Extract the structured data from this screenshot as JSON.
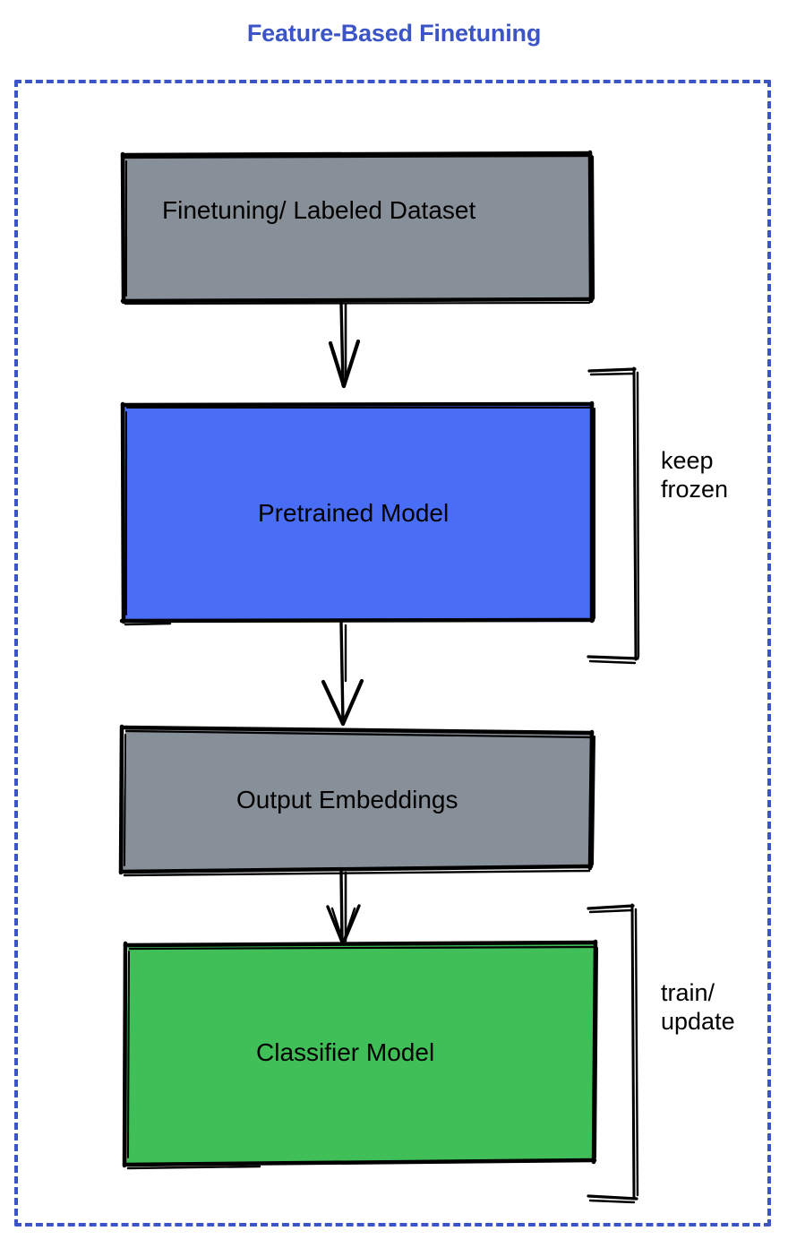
{
  "title": "Feature-Based Finetuning",
  "colors": {
    "title": "#3b54c8",
    "frame_dashed": "#3b54c8",
    "gray_box": "#878f99",
    "blue_box": "#4a6df5",
    "green_box": "#40bf58",
    "stroke": "#000000",
    "background": "#ffffff"
  },
  "nodes": [
    {
      "id": "dataset",
      "label": "Finetuning/ Labeled Dataset",
      "fill": "#878f99",
      "shape": "sketch-rect"
    },
    {
      "id": "pretrained",
      "label": "Pretrained Model",
      "fill": "#4a6df5",
      "shape": "sketch-rect"
    },
    {
      "id": "embeddings",
      "label": "Output Embeddings",
      "fill": "#878f99",
      "shape": "sketch-rect"
    },
    {
      "id": "classifier",
      "label": "Classifier Model",
      "fill": "#40bf58",
      "shape": "sketch-rect"
    }
  ],
  "edges": [
    {
      "from": "dataset",
      "to": "pretrained",
      "style": "sketch-arrow-down"
    },
    {
      "from": "pretrained",
      "to": "embeddings",
      "style": "sketch-arrow-down"
    },
    {
      "from": "embeddings",
      "to": "classifier",
      "style": "sketch-arrow-down"
    }
  ],
  "annotations": [
    {
      "id": "keep-frozen",
      "text": "keep\nfrozen",
      "target": "pretrained",
      "bracket": "right-bracket"
    },
    {
      "id": "train-update",
      "text": "train/\nupdate",
      "target": "classifier",
      "bracket": "right-bracket"
    }
  ],
  "icons": {
    "bracket": "right-bracket-icon",
    "arrow": "arrow-down-icon"
  }
}
